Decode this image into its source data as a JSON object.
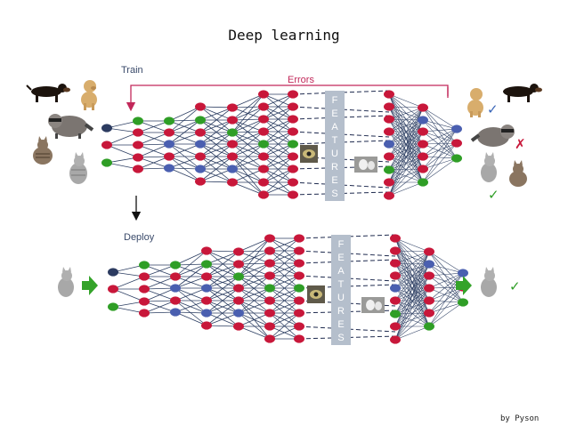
{
  "title": "Deep learning",
  "credit": "by Pyson",
  "train_label": "Train",
  "deploy_label": "Deploy",
  "errors_label": "Errors",
  "features_letters": [
    "F",
    "E",
    "A",
    "T",
    "U",
    "R",
    "E",
    "S"
  ],
  "result_marks": {
    "dogs": "✓",
    "raccoon": "✗",
    "cat": "✓",
    "deploy_cat": "✓"
  },
  "colors": {
    "node_red": "#c8173a",
    "node_green": "#2f9e26",
    "node_blue": "#4a5fb0",
    "node_dark": "#2c3b60",
    "edge": "#2c3e62",
    "feature_edge": "#1e2a4e",
    "feature_bar": "#b5bfcc",
    "errors_line": "#c2285a",
    "check": "#2f9e26",
    "cross": "#c8173a",
    "arrow_green": "#34a32a"
  },
  "icons": [
    "dachshund-icon",
    "puppy-icon",
    "raccoon-icon",
    "tabby-cat-icon",
    "gray-cat-icon",
    "owl-feature-icon",
    "paw-feature-icon",
    "green-arrow-icon",
    "down-arrow-icon"
  ]
}
